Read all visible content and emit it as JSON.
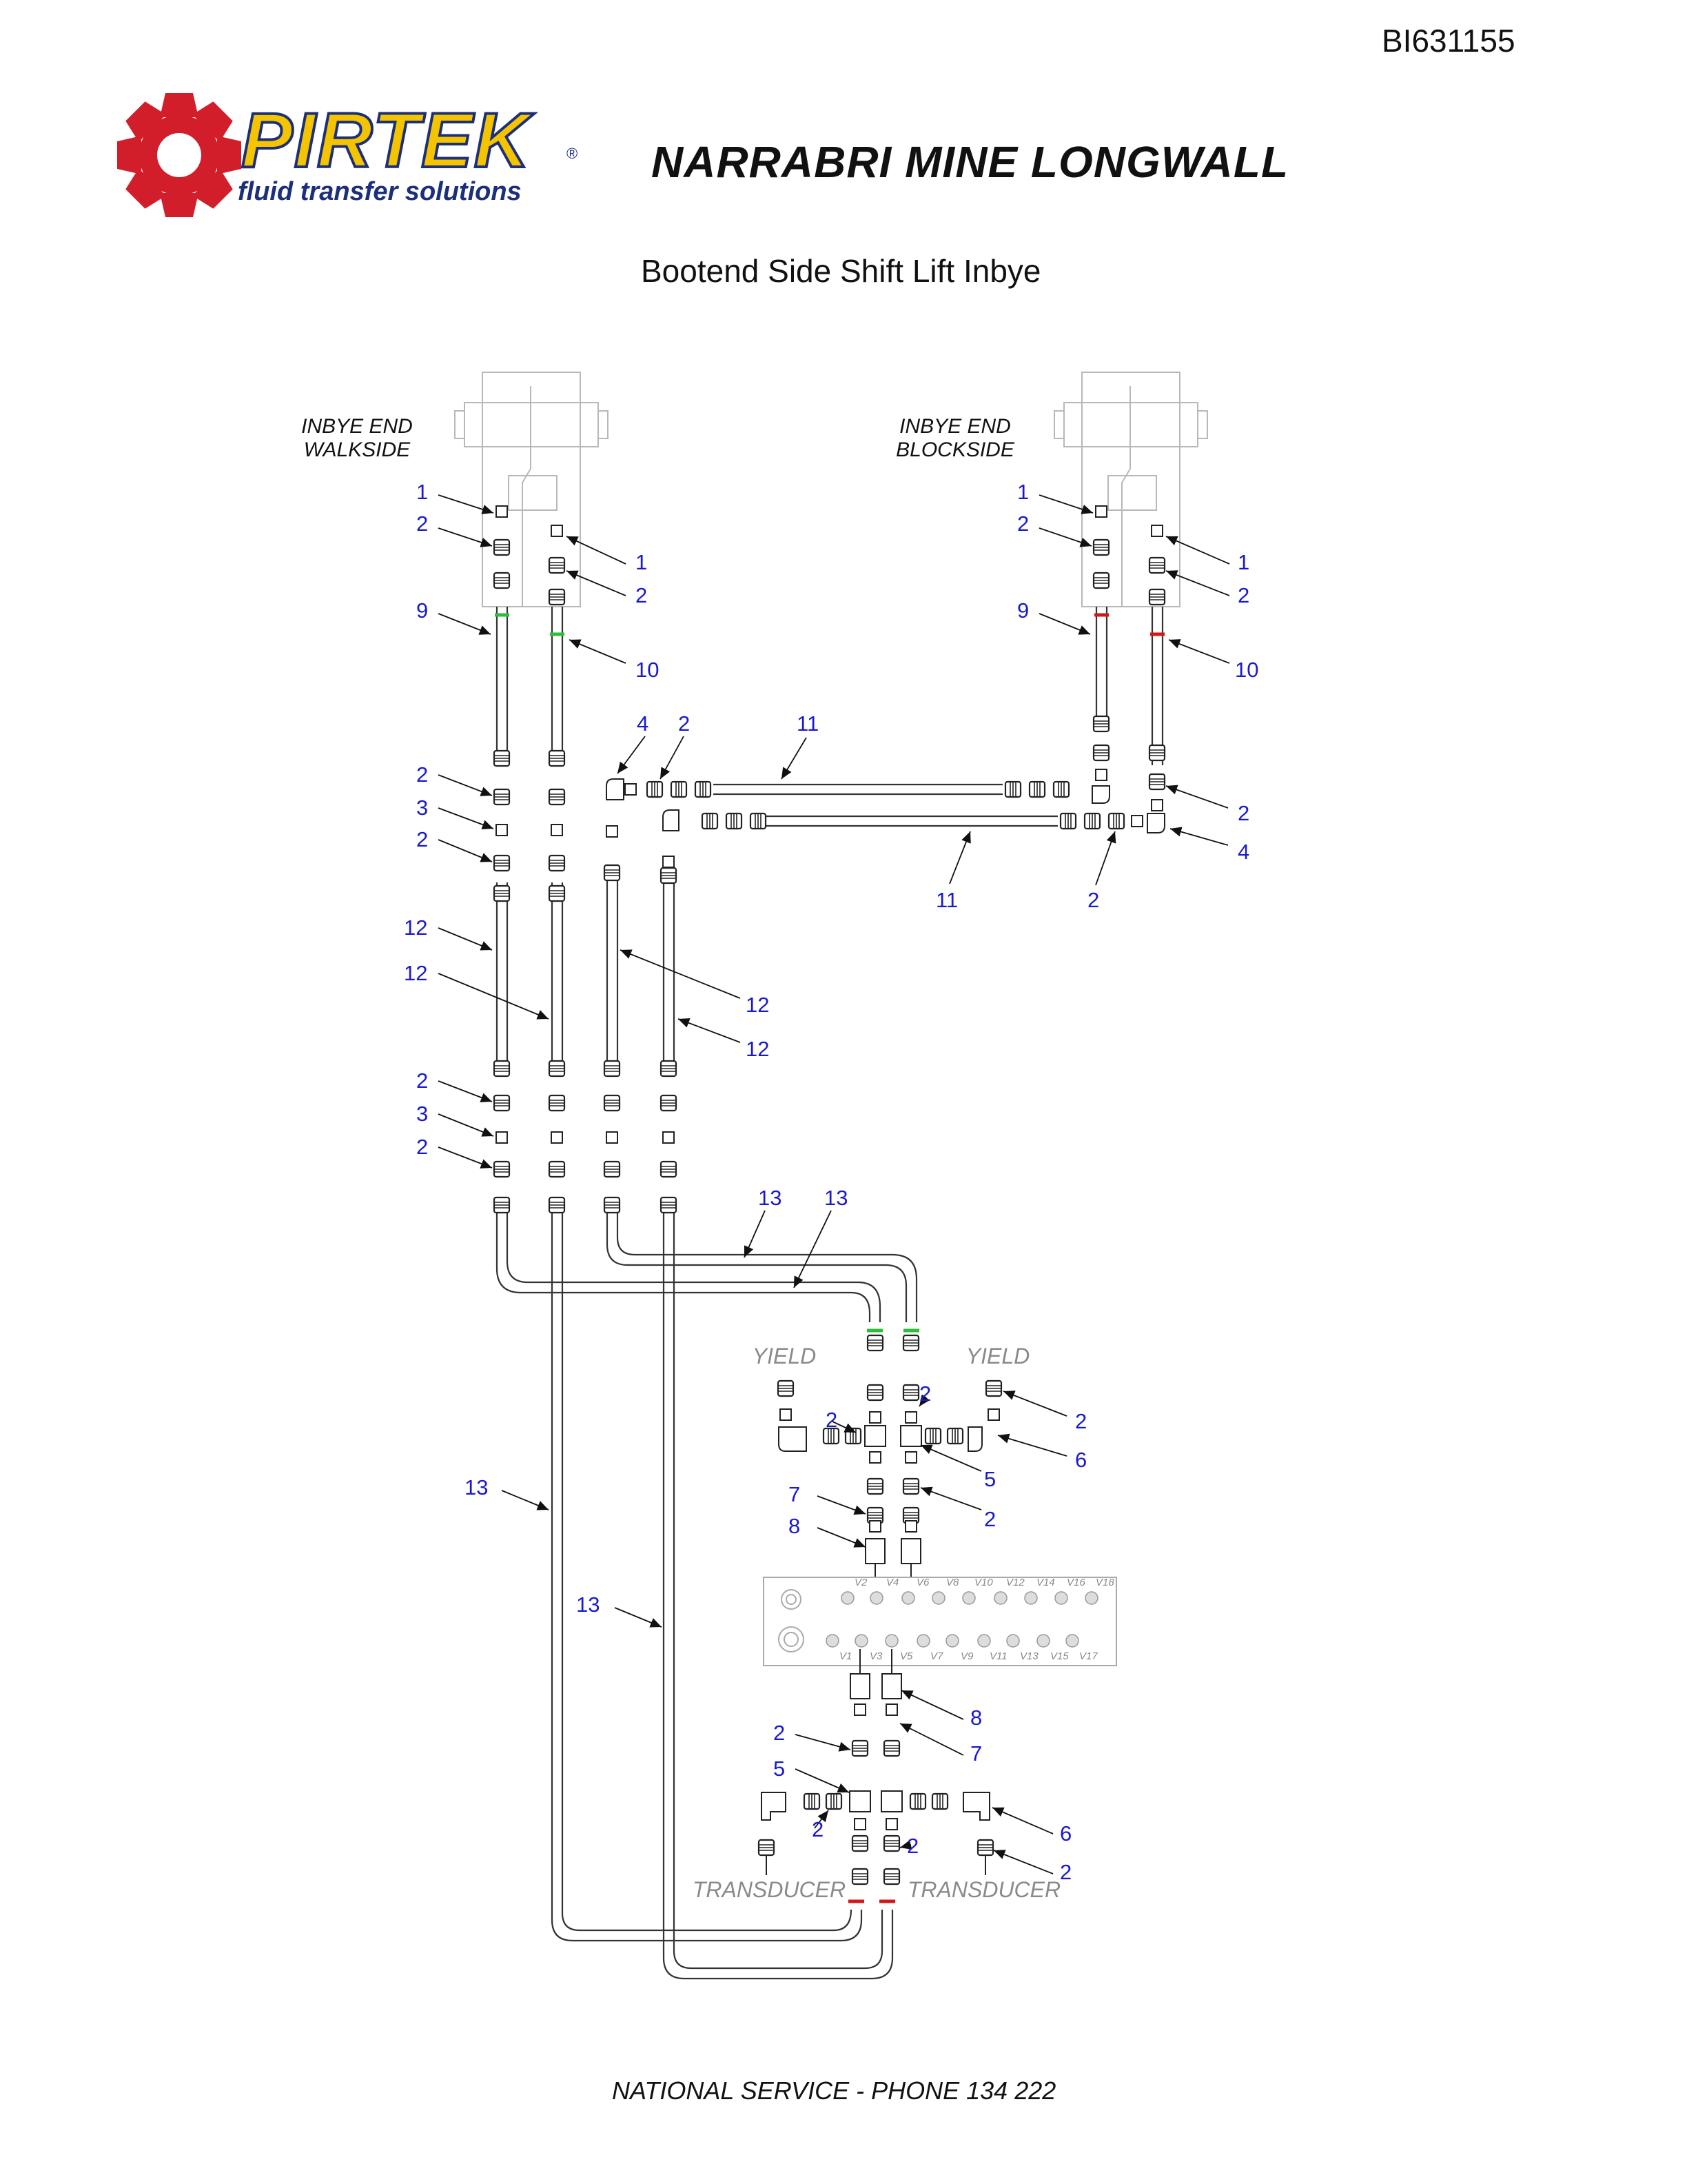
{
  "document": {
    "doc_id": "BI631155",
    "title": "NARRABRI MINE LONGWALL",
    "subtitle": "Bootend Side Shift Lift Inbye",
    "footer": "NATIONAL SERVICE - PHONE 134 222"
  },
  "logo": {
    "wordmark": "PIRTEK",
    "tagline": "fluid transfer solutions",
    "registered_mark": "®",
    "colors": {
      "red": "#d21e2b",
      "yellow": "#f5c400",
      "navy": "#1c2f7a"
    }
  },
  "side_labels": {
    "walkside": [
      "INBYE END",
      "WALKSIDE"
    ],
    "blockside": [
      "INBYE END",
      "BLOCKSIDE"
    ]
  },
  "component_labels": {
    "yield": "YIELD",
    "transducer": "TRANSDUCER"
  },
  "valve_ports": {
    "top_row": [
      "V2",
      "V4",
      "V6",
      "V8",
      "V10",
      "V12",
      "V14",
      "V16",
      "V18"
    ],
    "bottom_row": [
      "V1",
      "V3",
      "V5",
      "V7",
      "V9",
      "V11",
      "V13",
      "V15",
      "V17"
    ]
  },
  "colors": {
    "callout": "#1a1acc",
    "hose_green": "#2bbf3a",
    "hose_red": "#d01818",
    "line": "#222222"
  },
  "callouts": [
    "1",
    "2",
    "1",
    "2",
    "9",
    "10",
    "1",
    "2",
    "1",
    "2",
    "9",
    "10",
    "4",
    "2",
    "11",
    "2",
    "4",
    "11",
    "2",
    "2",
    "3",
    "2",
    "12",
    "12",
    "12",
    "12",
    "2",
    "3",
    "2",
    "13",
    "13",
    "2",
    "2",
    "5",
    "6",
    "2",
    "7",
    "2",
    "8",
    "13",
    "13",
    "8",
    "7",
    "2",
    "5",
    "2",
    "2",
    "6",
    "2"
  ]
}
